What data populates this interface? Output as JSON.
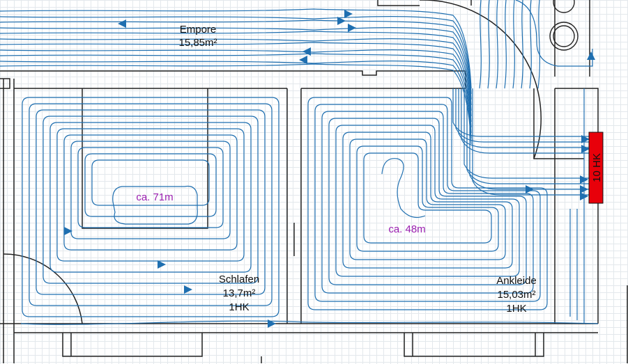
{
  "rooms": {
    "empore": {
      "name": "Empore",
      "area": "15,85m²"
    },
    "schlafen": {
      "name": "Schlafen",
      "area": "13,7m²",
      "radiators": "1HK"
    },
    "ankleide": {
      "name": "Ankleide",
      "area": "15,03m²",
      "radiators": "1HK"
    }
  },
  "loops": {
    "schlafen": {
      "length": "ca. 71m"
    },
    "ankleide": {
      "length": "ca. 48m"
    }
  },
  "manifold": {
    "label": "10 HK"
  },
  "colors": {
    "pipe": "#1f6fb0",
    "wall": "#222222",
    "loop_label": "#9b1fb0",
    "manifold_fill": "#e8000a",
    "grid": "#e3e8ec"
  }
}
